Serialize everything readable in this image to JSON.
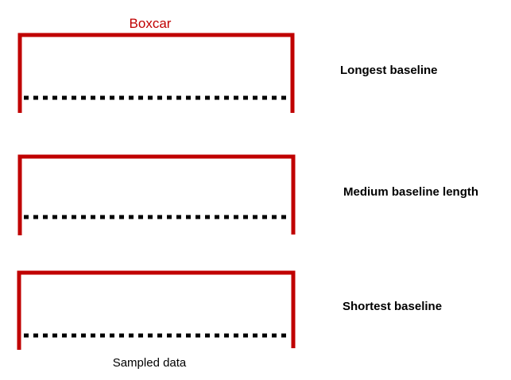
{
  "title": "Boxcar",
  "rows": [
    {
      "label": "Longest baseline"
    },
    {
      "label": "Medium baseline length"
    },
    {
      "label": "Shortest baseline"
    }
  ],
  "caption": "Sampled data",
  "colors": {
    "boxcar": "#c00000",
    "samples": "#000000"
  }
}
